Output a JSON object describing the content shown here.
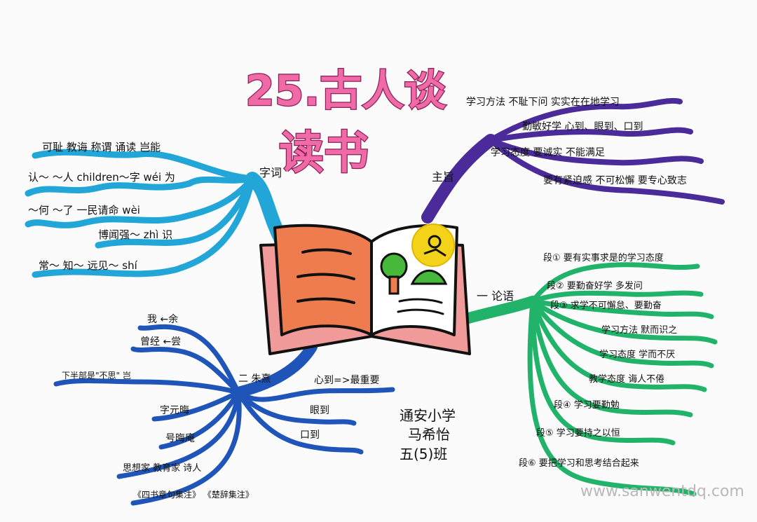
{
  "title": {
    "line1": "25.古人谈",
    "line2": "读书"
  },
  "colors": {
    "title_fill": "#e23d8f",
    "cyan": "#22a6d8",
    "purple": "#4b2a9a",
    "green": "#22b36a",
    "blue": "#1f55b8",
    "book_orange": "#ef7c4f",
    "book_pink": "#f19a9a",
    "sun": "#f3d21a",
    "tree": "#48b83a"
  },
  "cyan_branch": {
    "label": "字词",
    "items": [
      "可耻 教诲 称谓 诵读 岂能",
      "认～ ～人 children～字 wéi 为",
      "～何 ～了 一民请命 wèi",
      "博闻强～ zhì 识",
      "常～ 知～ 远见～ shí"
    ]
  },
  "purple_branch": {
    "label": "主旨",
    "items": [
      "学习方法 不耻下问 实实在在地学习",
      "勤敏好学 心到、眼到、口到",
      "学习态度 要诚实 不能满足",
      "要有紧迫感 不可松懈 要专心致志"
    ]
  },
  "green_branch": {
    "label": "一 论语",
    "items": [
      "段① 要有实事求是的学习态度",
      "段② 要勤奋好学 多发问",
      "段③ 求学不可懈怠、要勤奋",
      "学习方法 默而识之",
      "学习态度 学而不厌",
      "教学态度 诲人不倦",
      "段④ 学习要勤勉",
      "段⑤ 学习要持之以恒",
      "段⑥ 要把学习和思考结合起来"
    ]
  },
  "blue_branch": {
    "label": "二 朱熹",
    "items": [
      "我 ←余",
      "曾经 ←尝",
      "下半部是\"不思\" 岂",
      "字元晦",
      "号晦庵",
      "思想家 教育家 诗人",
      "《四书章句集注》 《楚辞集注》"
    ],
    "right_items": [
      "心到=>最重要",
      "眼到",
      "口到"
    ]
  },
  "credit": {
    "school": "通安小学",
    "name": "马希怡",
    "class": "五(5)班"
  },
  "watermark": "www.sanwentdq.com",
  "icons": {
    "center": "open-book-icon",
    "sun": "sun-icon",
    "tree": "tree-icon",
    "hill": "hill-icon"
  }
}
